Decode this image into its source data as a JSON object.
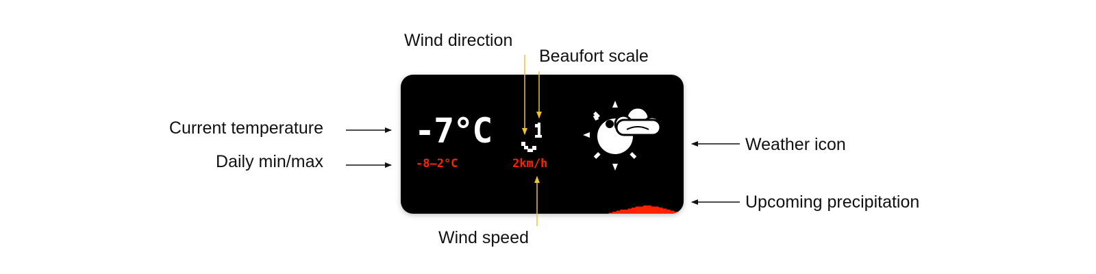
{
  "annotations": {
    "current_temperature": "Current temperature",
    "daily_min_max": "Daily min/max",
    "wind_direction": "Wind direction",
    "beaufort_scale": "Beaufort scale",
    "weather_icon": "Weather icon",
    "upcoming_precipitation": "Upcoming precipitation",
    "wind_speed": "Wind speed"
  },
  "display": {
    "current_temperature": "-7°C",
    "daily_min_max": "-8–2°C",
    "wind_speed": "2km/h",
    "weather_icon": "partly-cloudy-sun-icon",
    "precipitation_forecast": [
      0,
      0,
      0,
      0,
      0,
      0,
      1,
      2,
      3,
      4,
      4,
      5,
      6,
      7,
      7,
      8,
      8,
      7,
      7,
      6,
      5,
      4,
      3,
      2,
      1
    ]
  },
  "colors": {
    "screen_background": "#000000",
    "primary_text": "#ffffff",
    "secondary_text": "#ff2200",
    "precipitation": "#ff2200",
    "callout_arrow_black": "#111111",
    "callout_arrow_yellow": "#f2c12e"
  }
}
